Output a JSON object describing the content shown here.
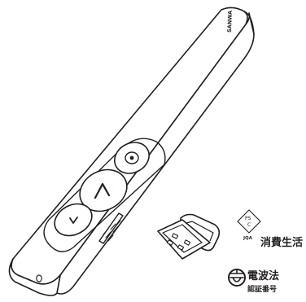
{
  "product": {
    "brand": "SANWA",
    "colors": {
      "line": "#231f20",
      "background": "#ffffff"
    },
    "buttons": [
      {
        "icon": "laser-target-icon"
      },
      {
        "icon": "chevron-up-icon"
      },
      {
        "icon": "chevron-down-icon"
      }
    ]
  },
  "marks": {
    "pse": {
      "inner_top": "PS",
      "inner_bottom": "C",
      "org": "JQA",
      "label": "消費生活"
    },
    "radio": {
      "label": "電波法",
      "sublabel": "認証番号"
    }
  }
}
